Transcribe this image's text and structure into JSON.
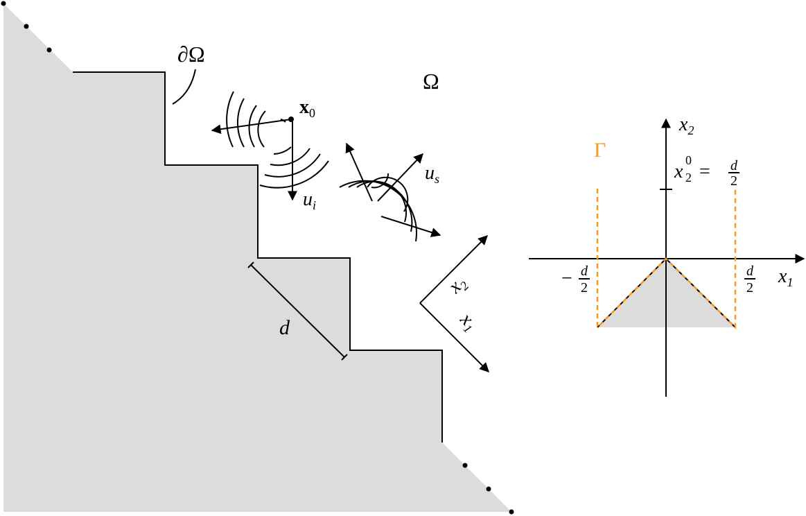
{
  "labels": {
    "boundary": "∂Ω",
    "domain": "Ω",
    "source_point_symbol": "x",
    "source_point_sub": "0",
    "incident_wave": "u",
    "incident_wave_sub": "i",
    "scattered_wave": "u",
    "scattered_wave_sub": "s",
    "step_length": "d",
    "rot_axis_x1": "x",
    "rot_axis_x1_sub": "1",
    "rot_axis_x2": "x",
    "rot_axis_x2_sub": "2",
    "gamma": "Γ",
    "axis_x2": "x",
    "axis_x2_sub": "2",
    "axis_x1": "x",
    "axis_x1_sub": "1",
    "source_height_lhs": "x",
    "source_height_sub": "2",
    "source_height_sup": "0",
    "source_height_eq": "=",
    "frac_num": "d",
    "frac_den": "2",
    "neg_sign": "−"
  },
  "colors": {
    "shade": "#dcdcdc",
    "gamma": "#f39a2b",
    "ink": "#000000"
  }
}
